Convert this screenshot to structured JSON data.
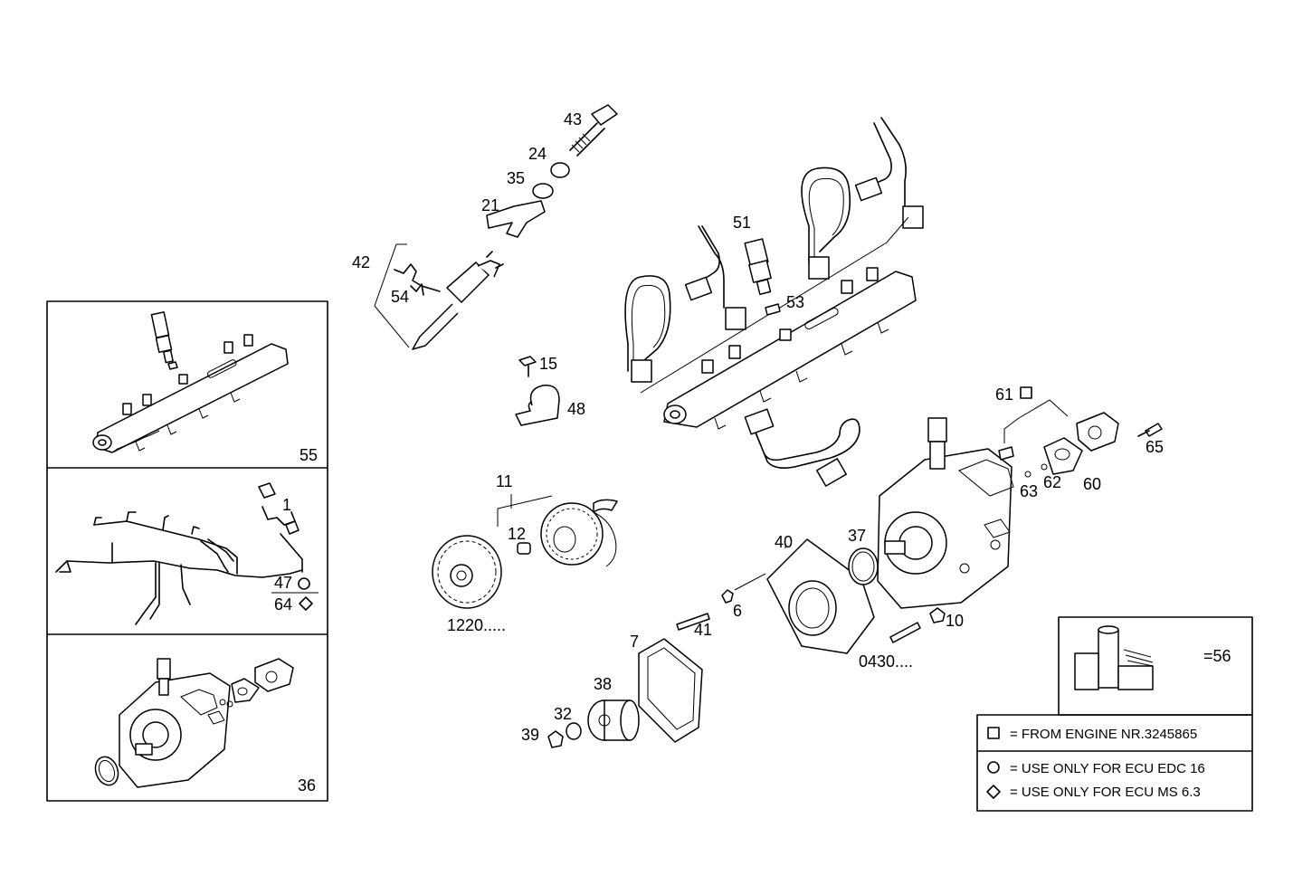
{
  "callouts": {
    "c43": "43",
    "c24": "24",
    "c35": "35",
    "c21": "21",
    "c42": "42",
    "c54": "54",
    "c51": "51",
    "c53": "53",
    "c15": "15",
    "c48": "48",
    "c11": "11",
    "c12": "12",
    "c1220": "1220.....",
    "c61": "61",
    "c65": "65",
    "c63": "63",
    "c62": "62",
    "c60": "60",
    "c40": "40",
    "c37": "37",
    "c6": "6",
    "c41": "41",
    "c10": "10",
    "c0430": "0430....",
    "c7": "7",
    "c38": "38",
    "c32": "32",
    "c39": "39"
  },
  "variant_panels": {
    "rail_label": "55",
    "harness_label": "1",
    "harness_opt_a": "47",
    "harness_opt_b": "64",
    "pump_label": "36"
  },
  "legend": {
    "kit_label": "=56",
    "square_text": "= FROM ENGINE NR.3245865",
    "circle_text": "= USE ONLY FOR ECU EDC 16",
    "diamond_text": "= USE ONLY FOR ECU MS 6.3"
  }
}
